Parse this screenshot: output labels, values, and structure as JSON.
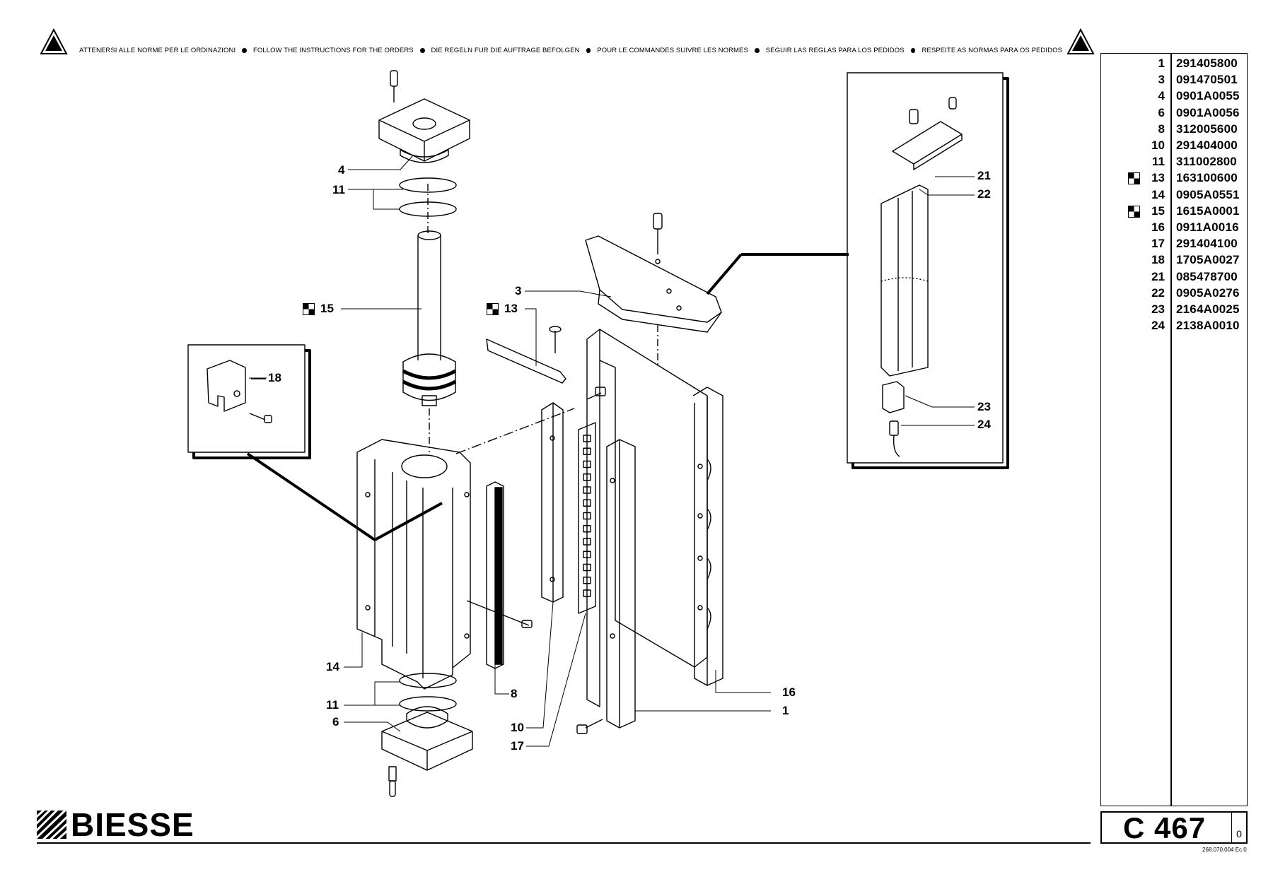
{
  "header": {
    "instructions": [
      "ATTENERSI ALLE NORME PER LE ORDINAZIONI",
      "FOLLOW THE INSTRUCTIONS FOR THE ORDERS",
      "DIE REGELN FUR DIE AUFTRAGE BEFOLGEN",
      "POUR LE COMMANDES SUIVRE LES NORMES",
      "SEGUIR LAS REGLAS PARA LOS PEDIDOS",
      "RESPEITE AS NORMAS PARA OS PEDIDOS"
    ],
    "warning_icon": "warning-triangle-icon"
  },
  "parts": [
    {
      "num": "1",
      "code": "291405800",
      "marked": false
    },
    {
      "num": "3",
      "code": "091470501",
      "marked": false
    },
    {
      "num": "4",
      "code": "0901A0055",
      "marked": false
    },
    {
      "num": "6",
      "code": "0901A0056",
      "marked": false
    },
    {
      "num": "8",
      "code": "312005600",
      "marked": false
    },
    {
      "num": "10",
      "code": "291404000",
      "marked": false
    },
    {
      "num": "11",
      "code": "311002800",
      "marked": false
    },
    {
      "num": "13",
      "code": "163100600",
      "marked": true
    },
    {
      "num": "14",
      "code": "0905A0551",
      "marked": false
    },
    {
      "num": "15",
      "code": "1615A0001",
      "marked": true
    },
    {
      "num": "16",
      "code": "0911A0016",
      "marked": false
    },
    {
      "num": "17",
      "code": "291404100",
      "marked": false
    },
    {
      "num": "18",
      "code": "1705A0027",
      "marked": false
    },
    {
      "num": "21",
      "code": "085478700",
      "marked": false
    },
    {
      "num": "22",
      "code": "0905A0276",
      "marked": false
    },
    {
      "num": "23",
      "code": "2164A0025",
      "marked": false
    },
    {
      "num": "24",
      "code": "2138A0010",
      "marked": false
    }
  ],
  "callouts": [
    {
      "label": "4"
    },
    {
      "label": "11"
    },
    {
      "label": "15"
    },
    {
      "label": "13"
    },
    {
      "label": "3"
    },
    {
      "label": "18"
    },
    {
      "label": "21"
    },
    {
      "label": "22"
    },
    {
      "label": "23"
    },
    {
      "label": "24"
    },
    {
      "label": "14"
    },
    {
      "label": "11"
    },
    {
      "label": "6"
    },
    {
      "label": "8"
    },
    {
      "label": "10"
    },
    {
      "label": "17"
    },
    {
      "label": "16"
    },
    {
      "label": "1"
    }
  ],
  "drawing_code": "C 467",
  "revision": "0",
  "document_ref": "268.070.004 Ec.0",
  "brand": "BIESSE",
  "colors": {
    "ink": "#000000",
    "paper": "#ffffff"
  }
}
